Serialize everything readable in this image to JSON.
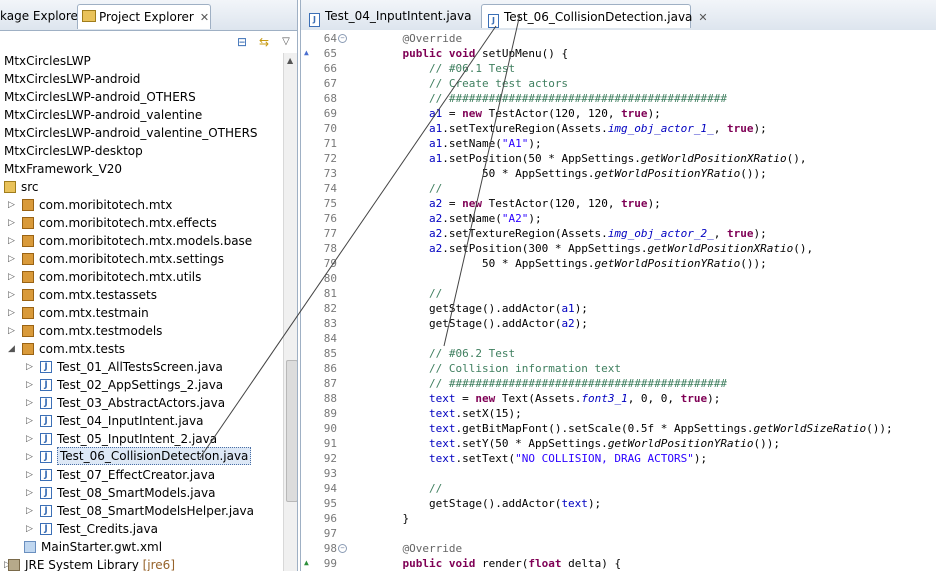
{
  "left_panel": {
    "tabs": {
      "package_explorer": "kage Explorer",
      "project_explorer": "Project Explorer"
    },
    "tree": [
      {
        "label": "MtxCirclesLWP",
        "icon": "project",
        "indent": 0,
        "twisty": ""
      },
      {
        "label": "MtxCirclesLWP-android",
        "icon": "project",
        "indent": 0,
        "twisty": ""
      },
      {
        "label": "MtxCirclesLWP-android_OTHERS",
        "icon": "project",
        "indent": 0,
        "twisty": ""
      },
      {
        "label": "MtxCirclesLWP-android_valentine",
        "icon": "project",
        "indent": 0,
        "twisty": ""
      },
      {
        "label": "MtxCirclesLWP-android_valentine_OTHERS",
        "icon": "project",
        "indent": 0,
        "twisty": ""
      },
      {
        "label": "MtxCirclesLWP-desktop",
        "icon": "project",
        "indent": 0,
        "twisty": ""
      },
      {
        "label": "MtxFramework_V20",
        "icon": "project",
        "indent": 0,
        "twisty": ""
      },
      {
        "label": "src",
        "icon": "folder",
        "indent": 0,
        "twisty": ""
      },
      {
        "label": "com.moribitotech.mtx",
        "icon": "package",
        "indent": 1,
        "twisty": "closed"
      },
      {
        "label": "com.moribitotech.mtx.effects",
        "icon": "package",
        "indent": 1,
        "twisty": "closed"
      },
      {
        "label": "com.moribitotech.mtx.models.base",
        "icon": "package",
        "indent": 1,
        "twisty": "closed"
      },
      {
        "label": "com.moribitotech.mtx.settings",
        "icon": "package",
        "indent": 1,
        "twisty": "closed"
      },
      {
        "label": "com.moribitotech.mtx.utils",
        "icon": "package",
        "indent": 1,
        "twisty": "closed"
      },
      {
        "label": "com.mtx.testassets",
        "icon": "package",
        "indent": 1,
        "twisty": "closed"
      },
      {
        "label": "com.mtx.testmain",
        "icon": "package",
        "indent": 1,
        "twisty": "closed"
      },
      {
        "label": "com.mtx.testmodels",
        "icon": "package",
        "indent": 1,
        "twisty": "closed"
      },
      {
        "label": "com.mtx.tests",
        "icon": "package",
        "indent": 1,
        "twisty": "open"
      },
      {
        "label": "Test_01_AllTestsScreen.java",
        "icon": "java",
        "indent": 2,
        "twisty": "closed"
      },
      {
        "label": "Test_02_AppSettings_2.java",
        "icon": "java",
        "indent": 2,
        "twisty": "closed"
      },
      {
        "label": "Test_03_AbstractActors.java",
        "icon": "java",
        "indent": 2,
        "twisty": "closed"
      },
      {
        "label": "Test_04_InputIntent.java",
        "icon": "java",
        "indent": 2,
        "twisty": "closed"
      },
      {
        "label": "Test_05_InputIntent_2.java",
        "icon": "java",
        "indent": 2,
        "twisty": "closed"
      },
      {
        "label": "Test_06_CollisionDetection.java",
        "icon": "java",
        "indent": 2,
        "twisty": "closed",
        "selected": true
      },
      {
        "label": "Test_07_EffectCreator.java",
        "icon": "java",
        "indent": 2,
        "twisty": "closed"
      },
      {
        "label": "Test_08_SmartModels.java",
        "icon": "java",
        "indent": 2,
        "twisty": "closed"
      },
      {
        "label": "Test_08_SmartModelsHelper.java",
        "icon": "java",
        "indent": 2,
        "twisty": "closed"
      },
      {
        "label": "Test_Credits.java",
        "icon": "java",
        "indent": 2,
        "twisty": "closed"
      },
      {
        "label": "MainStarter.gwt.xml",
        "icon": "xml",
        "indent": 1,
        "twisty": ""
      },
      {
        "label": "JRE System Library",
        "icon": "library",
        "indent": 0,
        "twisty": "closed",
        "suffix": " [jre6]"
      }
    ]
  },
  "editor": {
    "tabs": [
      {
        "label": "Test_04_InputIntent.java",
        "active": false
      },
      {
        "label": "Test_06_CollisionDetection.java",
        "active": true
      }
    ],
    "lines": [
      {
        "n": "64",
        "mark": "",
        "fold": "−",
        "html": "    <span class='an'>@Override</span>"
      },
      {
        "n": "65",
        "mark": "override",
        "fold": "",
        "html": "    <span class='kw'>public void</span> setUpMenu() {"
      },
      {
        "n": "66",
        "mark": "",
        "fold": "",
        "html": "        <span class='cm'>// #06.1 Test</span>"
      },
      {
        "n": "67",
        "mark": "",
        "fold": "",
        "html": "        <span class='cm'>// Create test actors</span>"
      },
      {
        "n": "68",
        "mark": "",
        "fold": "",
        "html": "        <span class='cm'>// ##########################################</span>"
      },
      {
        "n": "69",
        "mark": "",
        "fold": "",
        "html": "        <span class='fd'>a1</span> = <span class='kw'>new</span> TestActor(120, 120, <span class='kw'>true</span>);"
      },
      {
        "n": "70",
        "mark": "",
        "fold": "",
        "html": "        <span class='fd'>a1</span>.setTextureRegion(Assets.<span class='sf'>img_obj_actor_1_</span>, <span class='kw'>true</span>);"
      },
      {
        "n": "71",
        "mark": "",
        "fold": "",
        "html": "        <span class='fd'>a1</span>.setName(<span class='st'>\"A1\"</span>);"
      },
      {
        "n": "72",
        "mark": "",
        "fold": "",
        "html": "        <span class='fd'>a1</span>.setPosition(50 * AppSettings.<span class='sm'>getWorldPositionXRatio</span>(),"
      },
      {
        "n": "73",
        "mark": "",
        "fold": "",
        "html": "                50 * AppSettings.<span class='sm'>getWorldPositionYRatio</span>());"
      },
      {
        "n": "74",
        "mark": "",
        "fold": "",
        "html": "        <span class='cm'>//</span>"
      },
      {
        "n": "75",
        "mark": "",
        "fold": "",
        "html": "        <span class='fd'>a2</span> = <span class='kw'>new</span> TestActor(120, 120, <span class='kw'>true</span>);"
      },
      {
        "n": "76",
        "mark": "",
        "fold": "",
        "html": "        <span class='fd'>a2</span>.setName(<span class='st'>\"A2\"</span>);"
      },
      {
        "n": "77",
        "mark": "",
        "fold": "",
        "html": "        <span class='fd'>a2</span>.setTextureRegion(Assets.<span class='sf'>img_obj_actor_2_</span>, <span class='kw'>true</span>);"
      },
      {
        "n": "78",
        "mark": "",
        "fold": "",
        "html": "        <span class='fd'>a2</span>.setPosition(300 * AppSettings.<span class='sm'>getWorldPositionXRatio</span>(),"
      },
      {
        "n": "79",
        "mark": "",
        "fold": "",
        "html": "                50 * AppSettings.<span class='sm'>getWorldPositionYRatio</span>());"
      },
      {
        "n": "80",
        "mark": "",
        "fold": "",
        "html": ""
      },
      {
        "n": "81",
        "mark": "",
        "fold": "",
        "html": "        <span class='cm'>//</span>"
      },
      {
        "n": "82",
        "mark": "",
        "fold": "",
        "html": "        getStage().addActor(<span class='fd'>a1</span>);"
      },
      {
        "n": "83",
        "mark": "",
        "fold": "",
        "html": "        getStage().addActor(<span class='fd'>a2</span>);"
      },
      {
        "n": "84",
        "mark": "",
        "fold": "",
        "html": ""
      },
      {
        "n": "85",
        "mark": "",
        "fold": "",
        "html": "        <span class='cm'>// #06.2 Test</span>"
      },
      {
        "n": "86",
        "mark": "",
        "fold": "",
        "html": "        <span class='cm'>// Collision information text</span>"
      },
      {
        "n": "87",
        "mark": "",
        "fold": "",
        "html": "        <span class='cm'>// ##########################################</span>"
      },
      {
        "n": "88",
        "mark": "",
        "fold": "",
        "html": "        <span class='fd'>text</span> = <span class='kw'>new</span> Text(Assets.<span class='sf'>font3_1</span>, 0, 0, <span class='kw'>true</span>);"
      },
      {
        "n": "89",
        "mark": "",
        "fold": "",
        "html": "        <span class='fd'>text</span>.setX(15);"
      },
      {
        "n": "90",
        "mark": "",
        "fold": "",
        "html": "        <span class='fd'>text</span>.getBitMapFont().setScale(0.5f * AppSettings.<span class='sm'>getWorldSizeRatio</span>());"
      },
      {
        "n": "91",
        "mark": "",
        "fold": "",
        "html": "        <span class='fd'>text</span>.setY(50 * AppSettings.<span class='sm'>getWorldPositionYRatio</span>());"
      },
      {
        "n": "92",
        "mark": "",
        "fold": "",
        "html": "        <span class='fd'>text</span>.setText(<span class='st'>\"NO COLLISION, DRAG ACTORS\"</span>);"
      },
      {
        "n": "93",
        "mark": "",
        "fold": "",
        "html": ""
      },
      {
        "n": "94",
        "mark": "",
        "fold": "",
        "html": "        <span class='cm'>//</span>"
      },
      {
        "n": "95",
        "mark": "",
        "fold": "",
        "html": "        getStage().addActor(<span class='fd'>text</span>);"
      },
      {
        "n": "96",
        "mark": "",
        "fold": "",
        "html": "    }"
      },
      {
        "n": "97",
        "mark": "",
        "fold": "",
        "html": ""
      },
      {
        "n": "98",
        "mark": "",
        "fold": "−",
        "html": "    <span class='an'>@Override</span>"
      },
      {
        "n": "99",
        "mark": "up",
        "fold": "",
        "html": "    <span class='kw'>public void</span> render(<span class='kw'>float</span> delta) {"
      }
    ]
  }
}
